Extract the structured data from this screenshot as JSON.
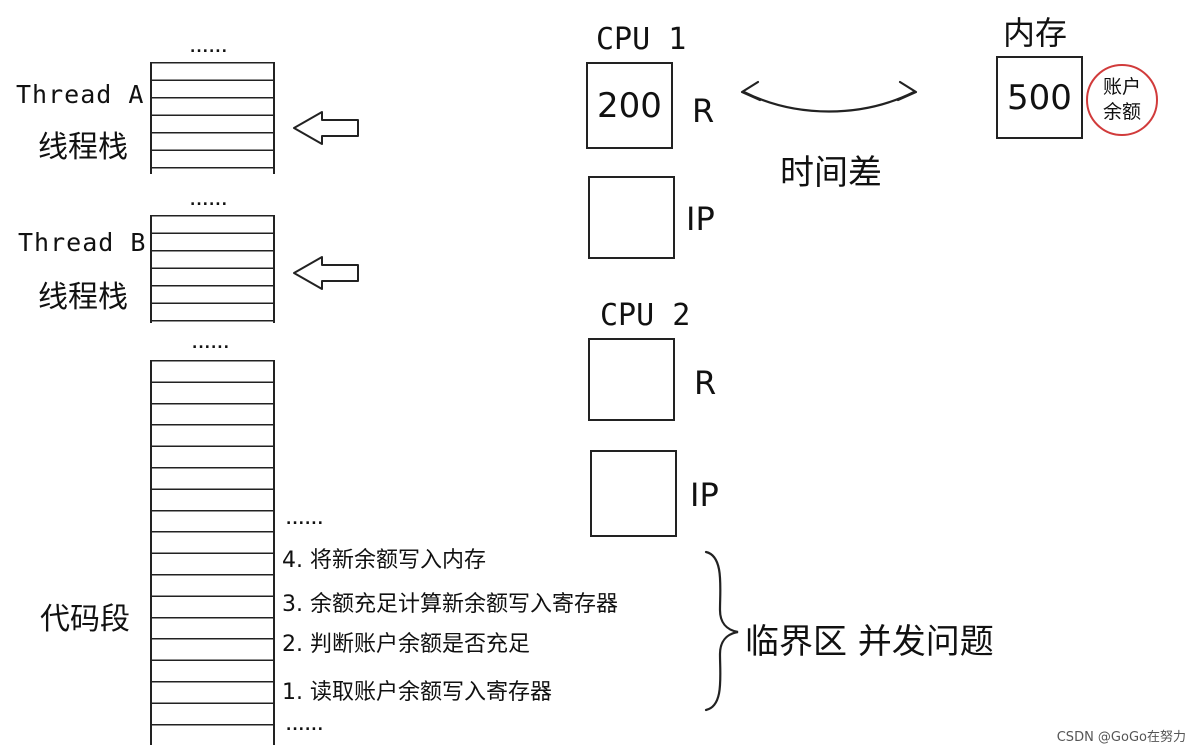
{
  "thread_a": {
    "name": "Thread A",
    "stack_label": "线程栈",
    "dots": "......"
  },
  "thread_b": {
    "name": "Thread B",
    "stack_label": "线程栈",
    "dots": "......"
  },
  "code_segment": {
    "label": "代码段",
    "dots_top": "......",
    "dots_mid": "......",
    "dots_bottom": "......",
    "steps": [
      "4. 将新余额写入内存",
      "3. 余额充足计算新余额写入寄存器",
      "2. 判断账户余额是否充足",
      "1. 读取账户余额写入寄存器"
    ]
  },
  "critical_section_label": "临界区 并发问题",
  "cpu1": {
    "title": "CPU 1",
    "r_label": "R",
    "r_value": "200",
    "ip_label": "IP"
  },
  "cpu2": {
    "title": "CPU 2",
    "r_label": "R",
    "ip_label": "IP"
  },
  "time_diff_label": "时间差",
  "memory": {
    "title": "内存",
    "value": "500",
    "note_line1": "账户",
    "note_line2": "余额"
  },
  "watermark": "CSDN @GoGo在努力",
  "colors": {
    "ink": "#222222",
    "note_circle": "#d13b3b"
  }
}
